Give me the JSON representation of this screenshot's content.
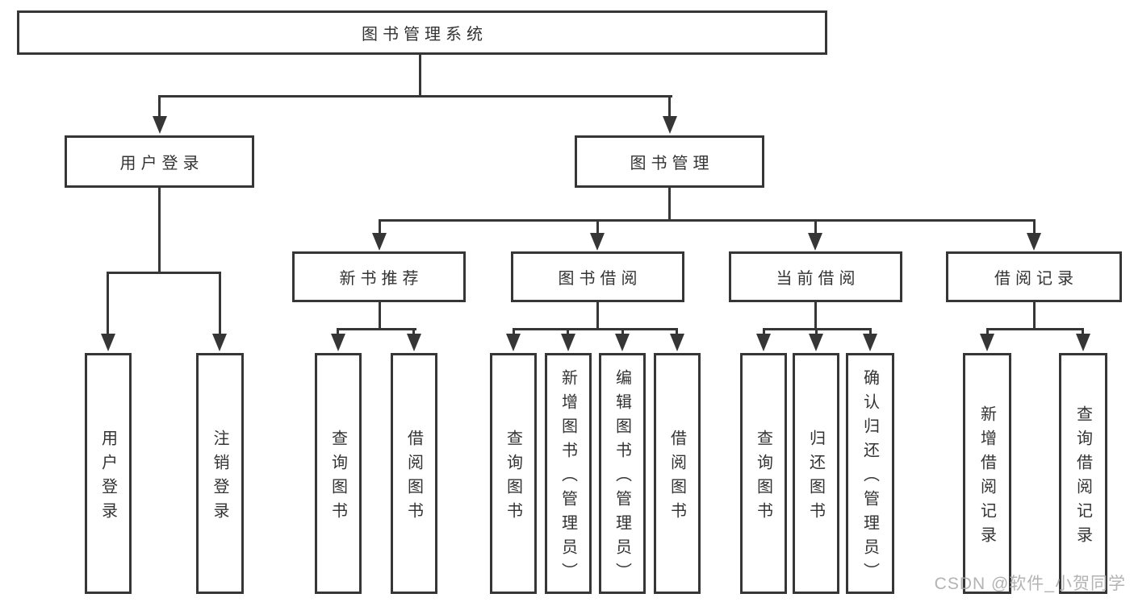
{
  "colors": {
    "line": "#363636",
    "text": "#333333",
    "watermark": "#ababab",
    "background": "#ffffff"
  },
  "diagram": {
    "root": {
      "label": "图书管理系统"
    },
    "level2": [
      {
        "label": "用户登录"
      },
      {
        "label": "图书管理"
      }
    ],
    "level3": [
      {
        "label": "新书推荐"
      },
      {
        "label": "图书借阅"
      },
      {
        "label": "当前借阅"
      },
      {
        "label": "借阅记录"
      }
    ],
    "leaves": {
      "user_login": [
        {
          "label": "用户登录"
        },
        {
          "label": "注销登录"
        }
      ],
      "new_book_recommendation": [
        {
          "label": "查询图书"
        },
        {
          "label": "借阅图书"
        }
      ],
      "book_borrowing": [
        {
          "label": "查询图书"
        },
        {
          "label": "新增图书（管理员）"
        },
        {
          "label": "编辑图书（管理员）"
        },
        {
          "label": "借阅图书"
        }
      ],
      "current_borrowing": [
        {
          "label": "查询图书"
        },
        {
          "label": "归还图书"
        },
        {
          "label": "确认归还（管理员）"
        }
      ],
      "borrowing_records": [
        {
          "label": "新增借阅记录"
        },
        {
          "label": "查询借阅记录"
        }
      ]
    },
    "watermark": "CSDN @软件_小贺同学"
  }
}
